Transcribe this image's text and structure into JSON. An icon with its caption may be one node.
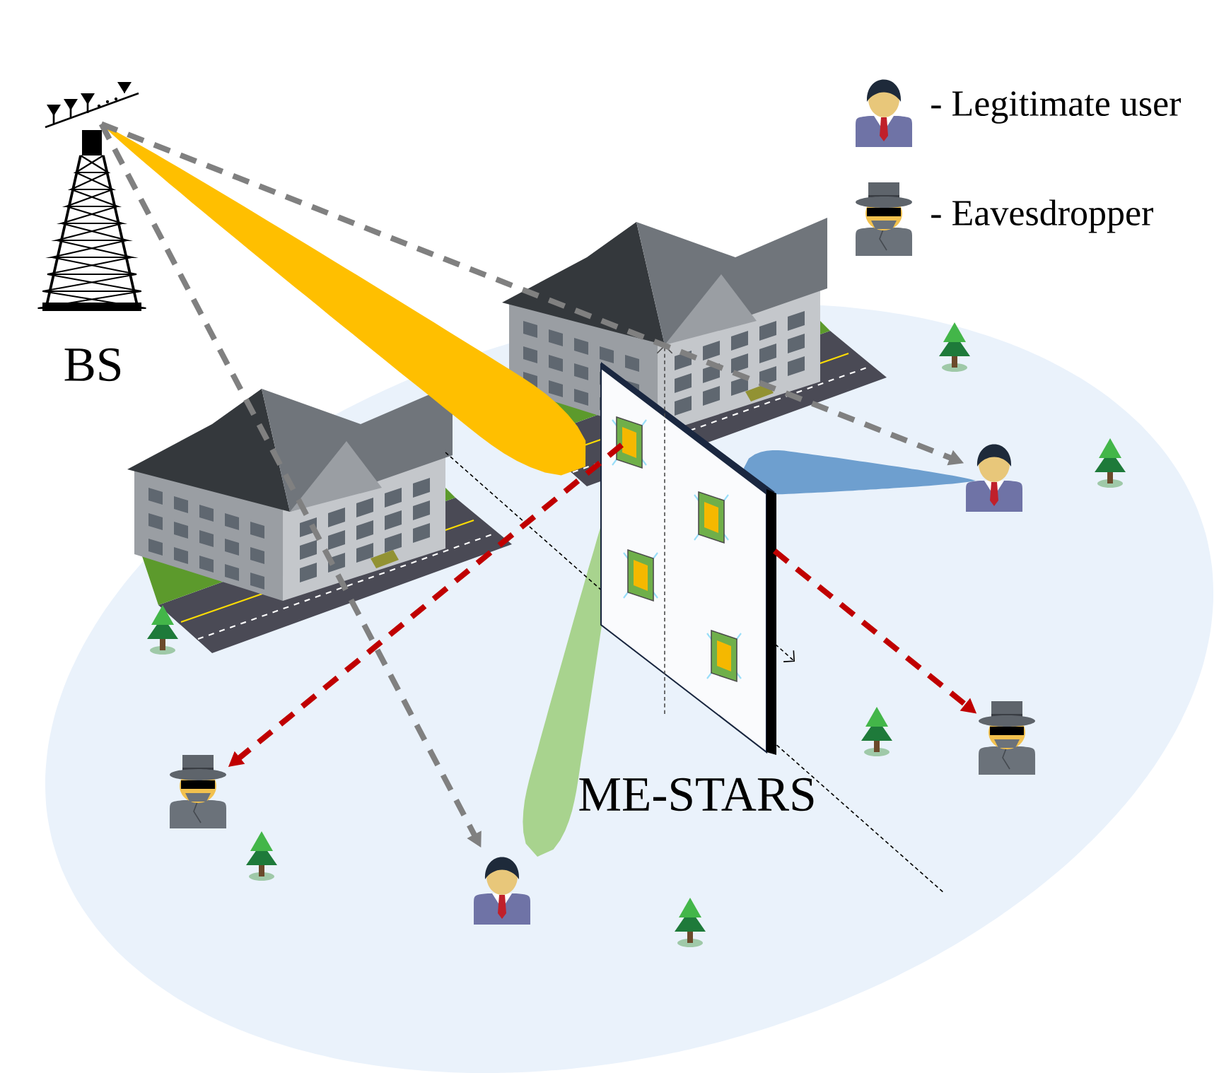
{
  "diagram": {
    "nodes": [
      {
        "text": [
          "BS"
        ]
      },
      {
        "text": [
          "ME-STARS"
        ]
      },
      {
        "text": [],
        "shape": "person"
      },
      {
        "text": [],
        "shape": "person"
      },
      {
        "text": [],
        "shape": "person"
      },
      {
        "text": [],
        "shape": "person"
      }
    ],
    "edges": [
      {
        "from": 0,
        "to": 2,
        "arrow": "to",
        "style": "dashed",
        "color": "#808080"
      },
      {
        "from": 0,
        "to": 3,
        "arrow": "to",
        "style": "dashed",
        "color": "#808080"
      },
      {
        "from": 1,
        "to": 4,
        "arrow": "to",
        "style": "dashed",
        "color": "#c00000"
      },
      {
        "from": 1,
        "to": 5,
        "arrow": "to",
        "style": "dashed",
        "color": "#c00000"
      }
    ],
    "legend": [
      {
        "text": "- Legitimate user"
      },
      {
        "text": "- Eavesdropper"
      }
    ]
  }
}
